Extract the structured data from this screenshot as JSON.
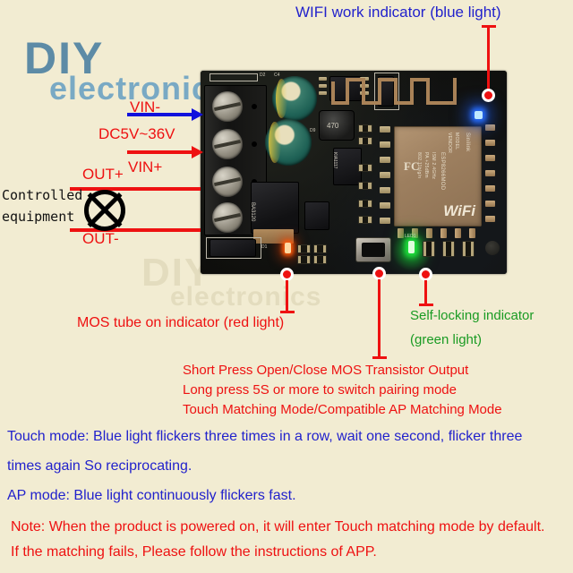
{
  "page": {
    "background_color": "#f2ecd2",
    "watermark_primary": "DIY",
    "watermark_secondary": "electronics",
    "watermark_faint_primary": "DIY",
    "watermark_faint_secondary": "electronics"
  },
  "colors": {
    "red": "#ee1111",
    "blue": "#2222cc",
    "green": "#1a9b23",
    "black": "#111111",
    "watermark_blue": "#5d8ba6",
    "arrow_blue": "#1111dd"
  },
  "callouts": {
    "wifi_indicator": "WIFI work indicator (blue light)",
    "mos_indicator": "MOS tube on indicator (red light)",
    "self_locking_line1": "Self-locking indicator",
    "self_locking_line2": "(green light)",
    "button_line1": "Short Press Open/Close MOS Transistor Output",
    "button_line2": "Long press 5S or more to switch pairing mode",
    "button_line3": "Touch Matching Mode/Compatible AP Matching Mode"
  },
  "wiring": {
    "vin_minus": "VIN-",
    "vin_plus": "VIN+",
    "dc_range": "DC5V~36V",
    "out_plus": "OUT+",
    "out_minus": "OUT-",
    "controlled_line1": "Controlled",
    "controlled_line2": "equipment"
  },
  "notes": {
    "touch_mode_line1": "Touch mode: Blue light flickers three times in a row, wait one second, flicker three",
    "touch_mode_line2": "times again   So reciprocating.",
    "ap_mode": "AP mode: Blue light continuously flickers fast.",
    "note_line1": "Note: When the product is powered on, it will enter Touch matching mode by default.",
    "note_line2": "If the matching fails,   Please follow the instructions of APP."
  },
  "board": {
    "module_brand": "Sinilink",
    "module_model_label": "MODEL",
    "module_vendor_label": "VENDOR",
    "module_part": "ESP8266MOD",
    "module_spec_line1": "ISM 2.4GHz",
    "module_spec_line2": "PA +25dBm",
    "module_spec_line3": "802.11b/g/n",
    "module_fcc": "FC",
    "module_wifi_logo": "WiFi",
    "silk_d2": "D2",
    "silk_c4": "C4",
    "silk_c1": "C1",
    "silk_d9": "D9",
    "silk_d1": "D1",
    "silk_u4": "U4",
    "silk_led1": "LED1",
    "silk_reg": "KIA1117",
    "silk_mosfet": "BA3120",
    "silk_ind": "470",
    "leds": [
      {
        "name": "wifi-blue-led",
        "color": "#2e6eff"
      },
      {
        "name": "mos-red-led",
        "color": "#ff5a0a"
      },
      {
        "name": "self-lock-green-led",
        "color": "#1ee63c"
      }
    ]
  }
}
